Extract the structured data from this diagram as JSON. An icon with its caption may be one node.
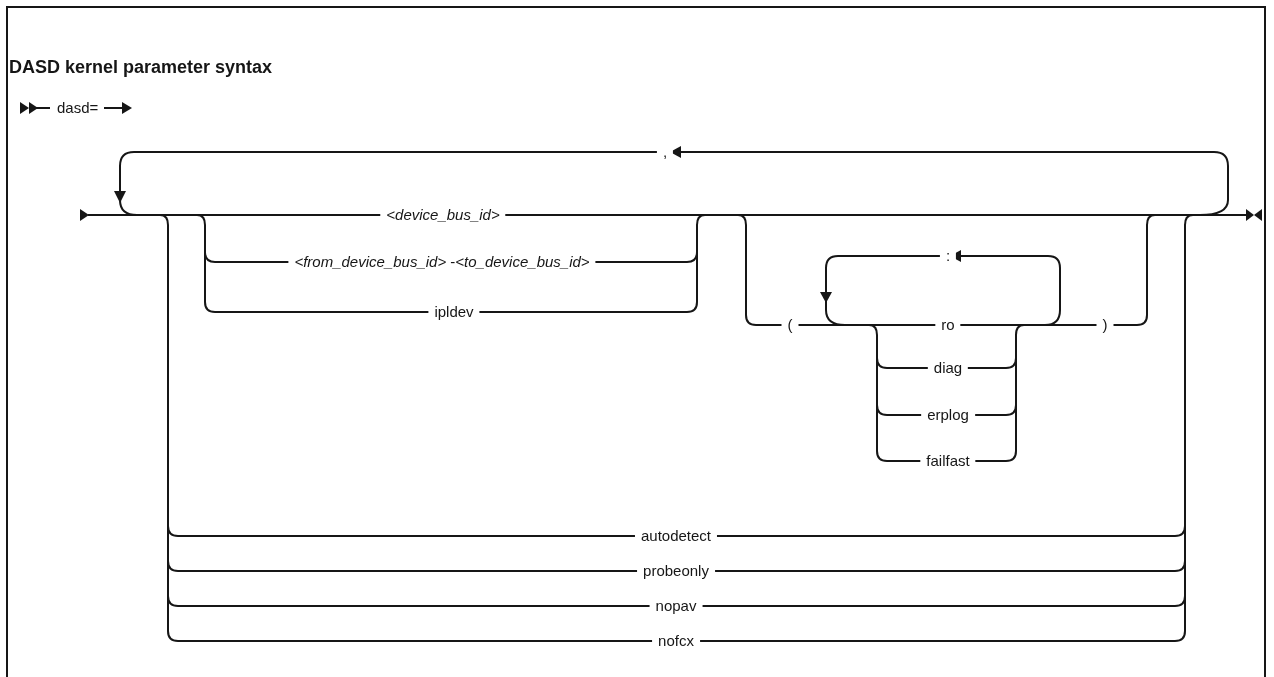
{
  "diagram": {
    "title": "DASD kernel parameter syntax",
    "labels": [
      "dasd=",
      ",",
      "<device_bus_id>",
      "*<from_device_bus_id>* -*<to_device_bus_id>*",
      "ipldev",
      ":",
      "(",
      "ro",
      ")",
      "diag",
      "erplog",
      "failfast",
      "autodetect",
      "probeonly",
      "nopav",
      "nofcx"
    ]
  }
}
